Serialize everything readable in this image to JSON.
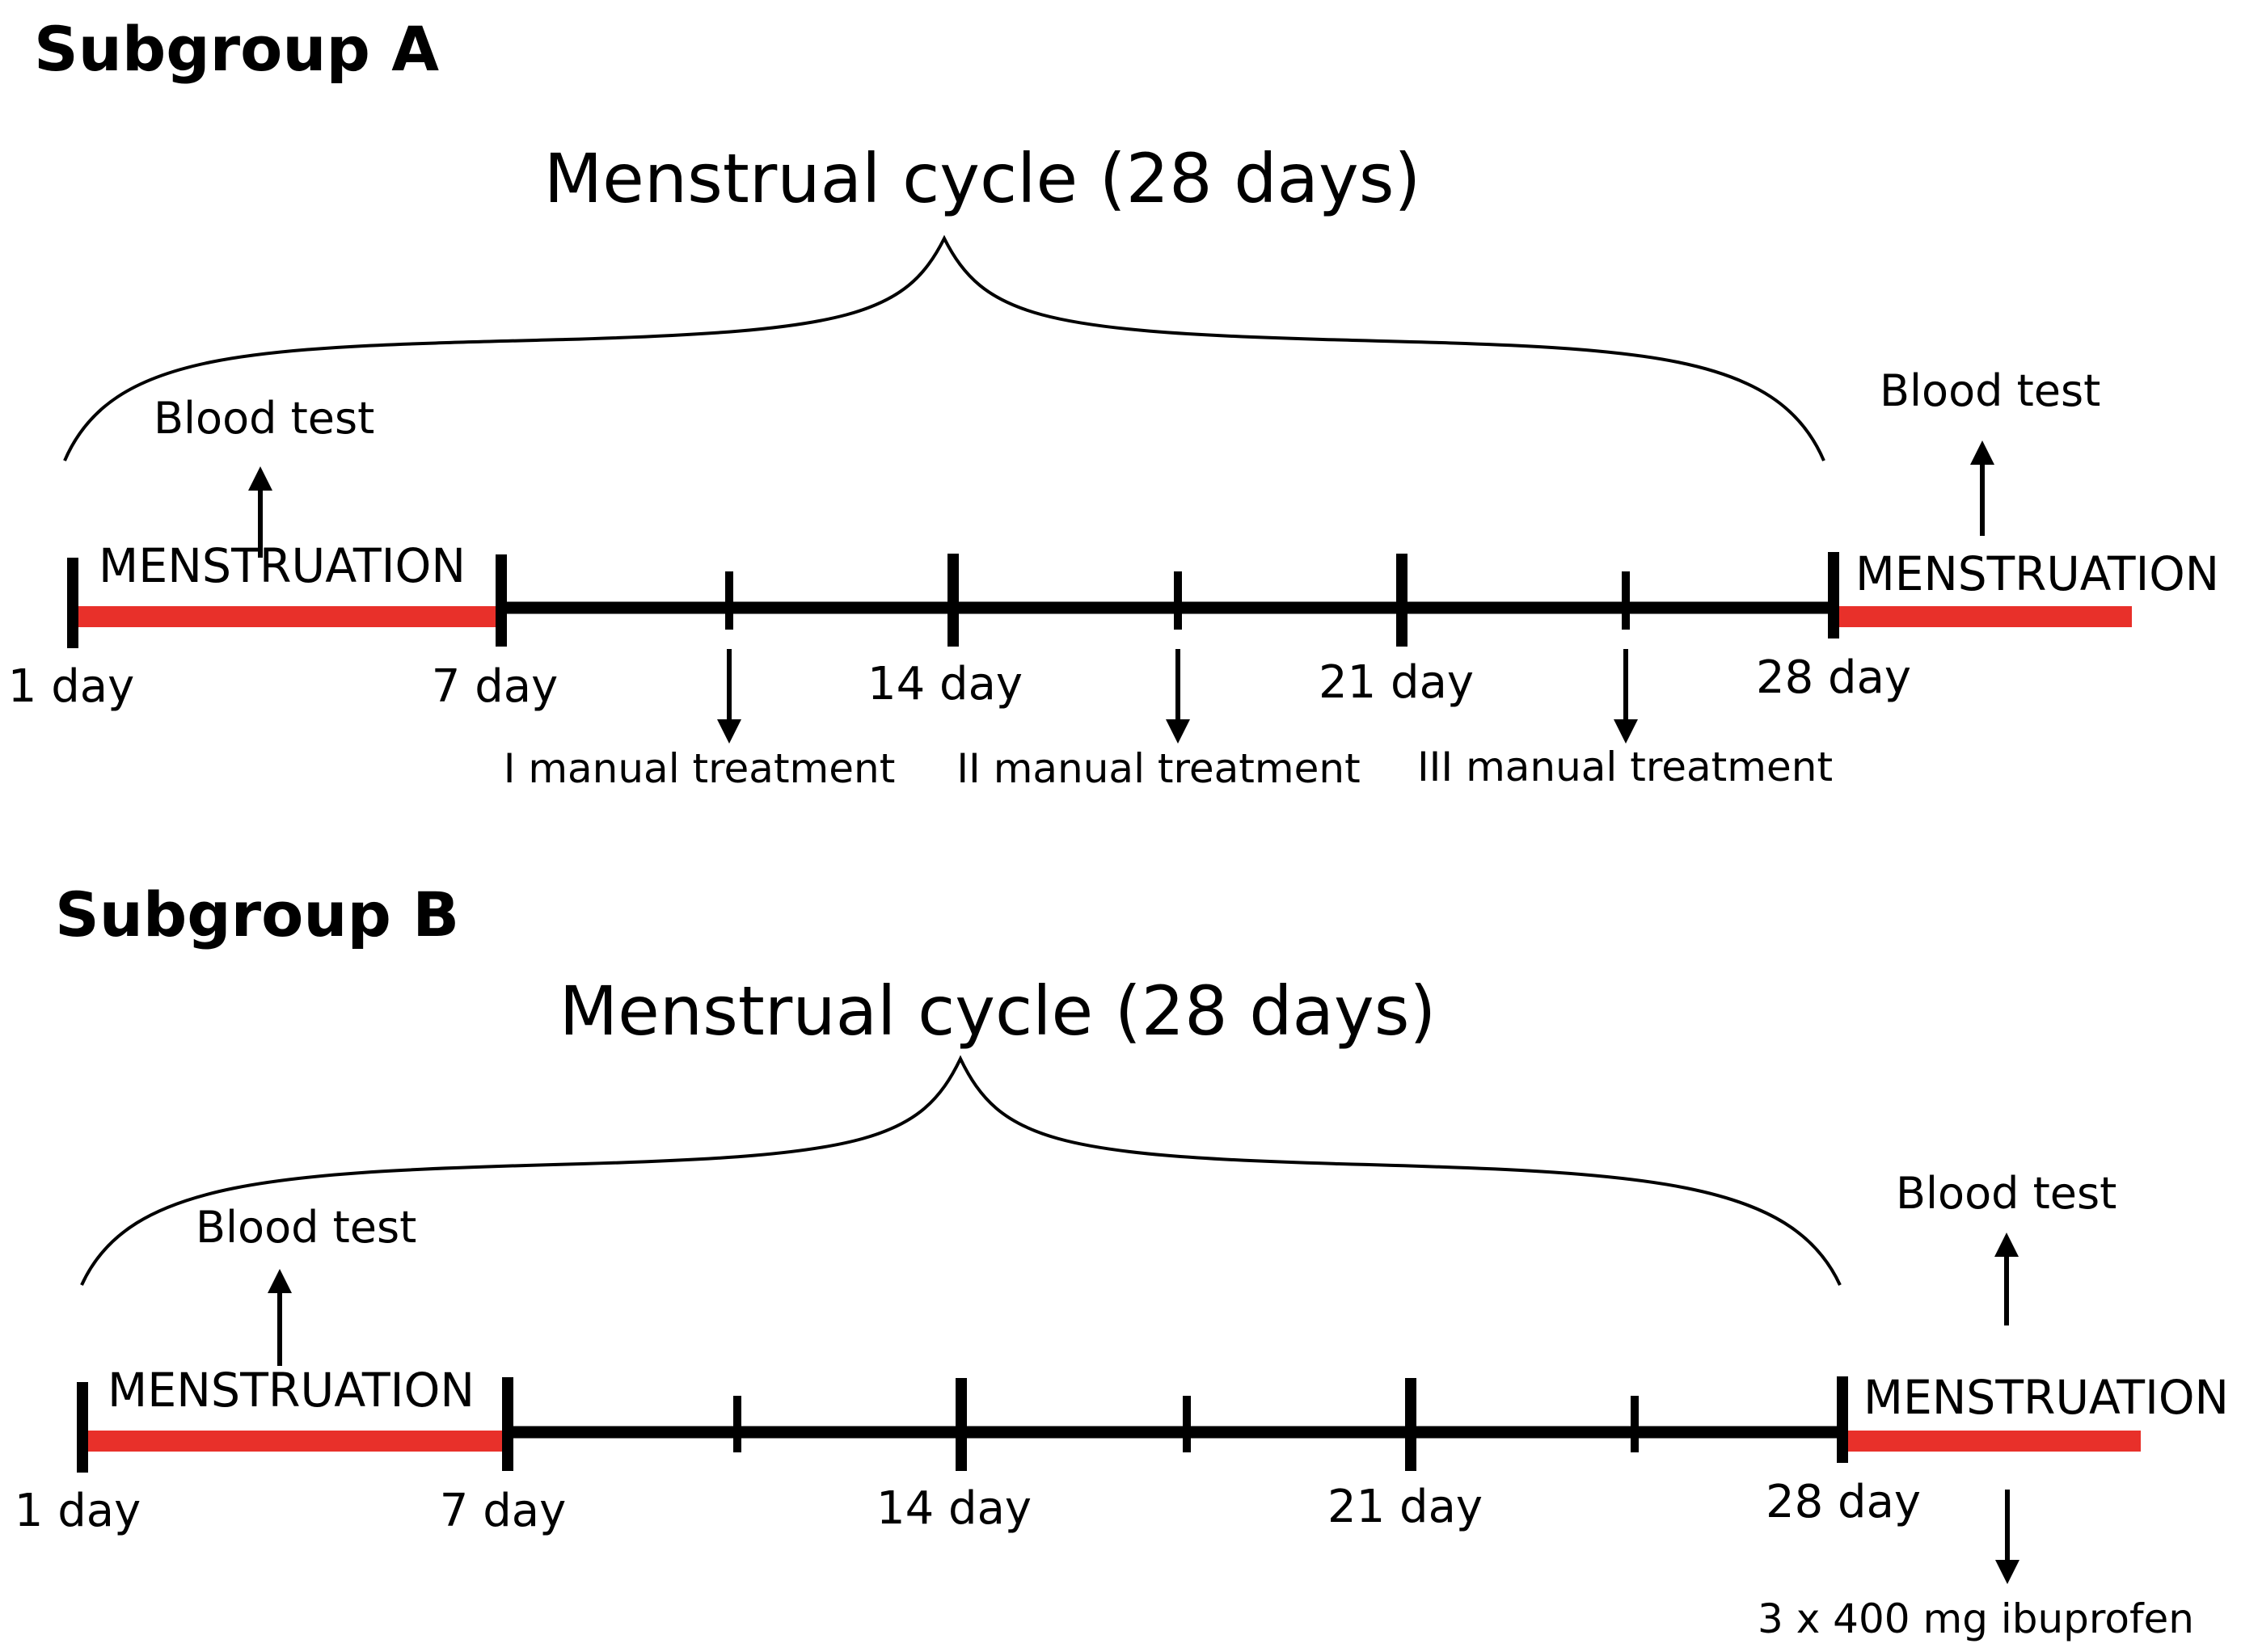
{
  "panels": [
    {
      "heading": "Subgroup A",
      "brace_label": "Menstrual cycle (28 days)",
      "menstruation_left": "MENSTRUATION",
      "menstruation_right": "MENSTRUATION",
      "blood_test_left": "Blood test",
      "blood_test_right": "Blood test",
      "day_labels": [
        "1 day",
        "7 day",
        "14 day",
        "21 day",
        "28 day"
      ],
      "treatments": [
        "I manual treatment",
        "II manual treatment",
        "III manual treatment"
      ],
      "extra_note": ""
    },
    {
      "heading": "Subgroup B",
      "brace_label": "Menstrual cycle (28 days)",
      "menstruation_left": "MENSTRUATION",
      "menstruation_right": "MENSTRUATION",
      "blood_test_left": "Blood test",
      "blood_test_right": "Blood test",
      "day_labels": [
        "1 day",
        "7 day",
        "14 day",
        "21 day",
        "28 day"
      ],
      "treatments": [],
      "extra_note": "3 x 400 mg ibuprofen"
    }
  ],
  "colors": {
    "timeline": "#000000",
    "menstruation_bar": "#e8302a",
    "background": "#ffffff"
  }
}
